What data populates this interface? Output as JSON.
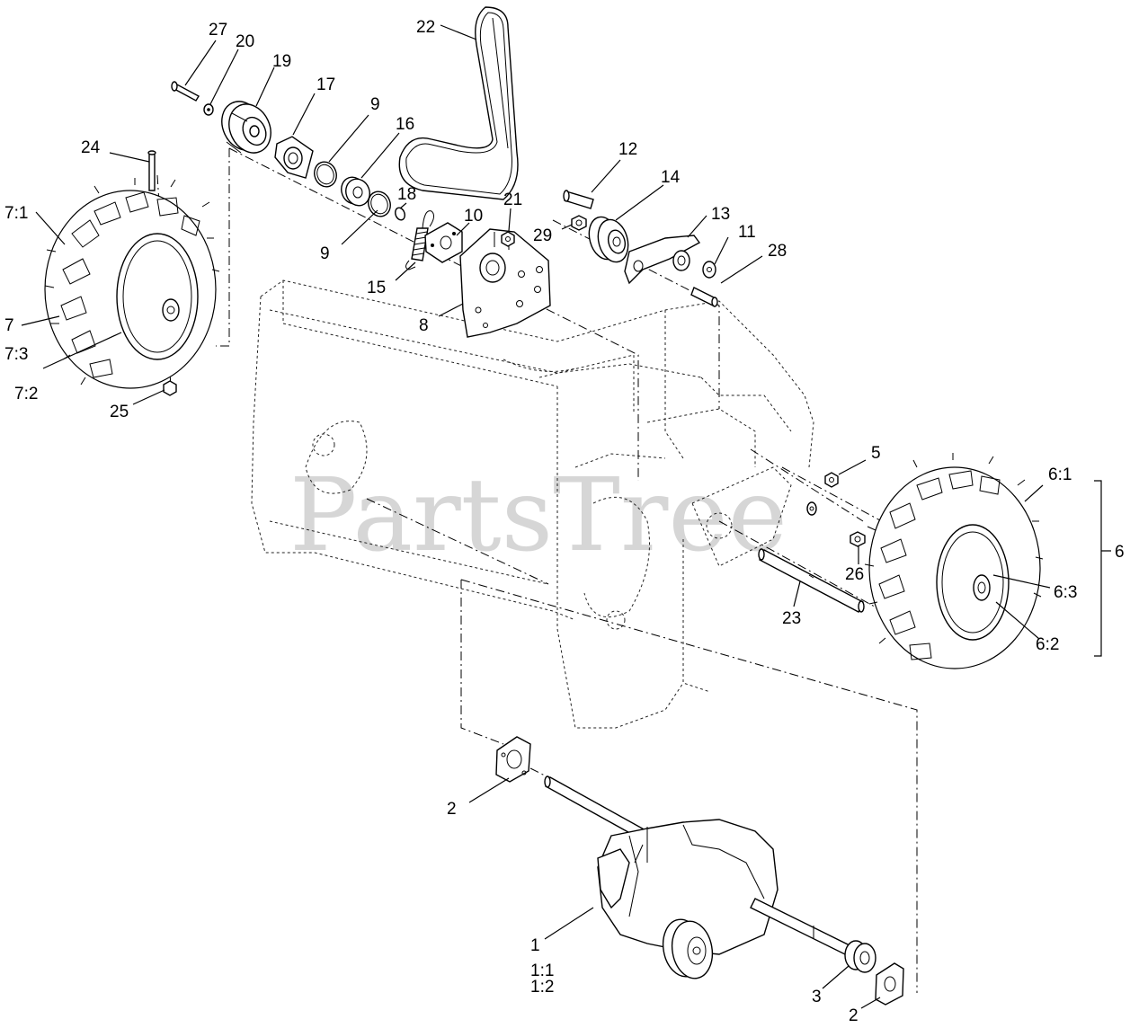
{
  "watermark": "PartsTree",
  "callouts": [
    {
      "id": "c27",
      "text": "27"
    },
    {
      "id": "c20",
      "text": "20"
    },
    {
      "id": "c19",
      "text": "19"
    },
    {
      "id": "c22",
      "text": "22"
    },
    {
      "id": "c17",
      "text": "17"
    },
    {
      "id": "c9a",
      "text": "9"
    },
    {
      "id": "c16",
      "text": "16"
    },
    {
      "id": "c24",
      "text": "24"
    },
    {
      "id": "c18",
      "text": "18"
    },
    {
      "id": "c21",
      "text": "21"
    },
    {
      "id": "c10",
      "text": "10"
    },
    {
      "id": "c9b",
      "text": "9"
    },
    {
      "id": "c15",
      "text": "15"
    },
    {
      "id": "c8",
      "text": "8"
    },
    {
      "id": "c12",
      "text": "12"
    },
    {
      "id": "c14",
      "text": "14"
    },
    {
      "id": "c13",
      "text": "13"
    },
    {
      "id": "c29",
      "text": "29"
    },
    {
      "id": "c11",
      "text": "11"
    },
    {
      "id": "c28",
      "text": "28"
    },
    {
      "id": "c7_1",
      "text": "7:1"
    },
    {
      "id": "c7",
      "text": "7"
    },
    {
      "id": "c7_3",
      "text": "7:3"
    },
    {
      "id": "c7_2",
      "text": "7:2"
    },
    {
      "id": "c25",
      "text": "25"
    },
    {
      "id": "c5",
      "text": "5"
    },
    {
      "id": "c6_1",
      "text": "6:1"
    },
    {
      "id": "c6",
      "text": "6"
    },
    {
      "id": "c26",
      "text": "26"
    },
    {
      "id": "c6_3",
      "text": "6:3"
    },
    {
      "id": "c23",
      "text": "23"
    },
    {
      "id": "c6_2",
      "text": "6:2"
    },
    {
      "id": "c2a",
      "text": "2"
    },
    {
      "id": "c1",
      "text": "1"
    },
    {
      "id": "c1_1",
      "text": "1:1"
    },
    {
      "id": "c1_2",
      "text": "1:2"
    },
    {
      "id": "c3",
      "text": "3"
    },
    {
      "id": "c2b",
      "text": "2"
    }
  ]
}
